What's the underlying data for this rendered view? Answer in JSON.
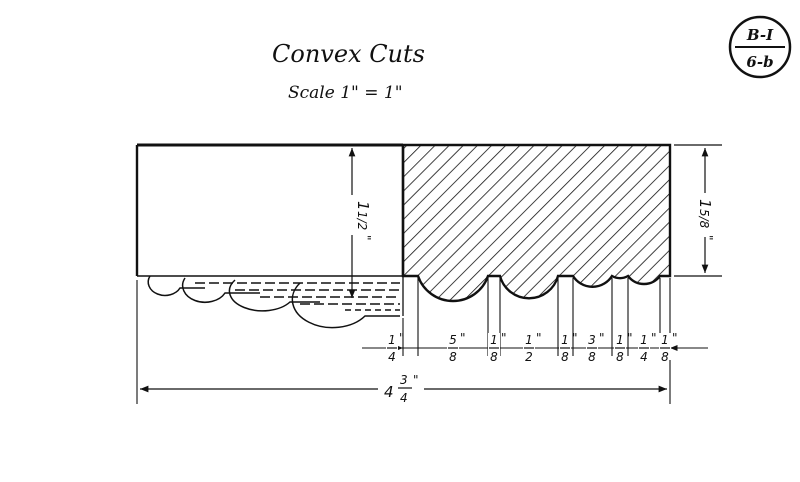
{
  "title": "Convex Cuts",
  "scale": "Scale 1\" = 1\"",
  "plate": {
    "top": "B-I",
    "bottom": "6-b"
  },
  "dims": {
    "height_left": {
      "num": "1",
      "frac": "1/2",
      "inch": "\""
    },
    "height_right": {
      "num": "1",
      "frac": "5/8",
      "inch": "\""
    },
    "total_width": {
      "whole": "4",
      "num": "3",
      "den": "4",
      "inch": "\""
    },
    "segments": [
      {
        "num": "1",
        "den": "4"
      },
      {
        "num": "5",
        "den": "8"
      },
      {
        "num": "1",
        "den": "8"
      },
      {
        "num": "1",
        "den": "2"
      },
      {
        "num": "1",
        "den": "8"
      },
      {
        "num": "3",
        "den": "8"
      },
      {
        "num": "1",
        "den": "8"
      },
      {
        "num": "1",
        "den": "4"
      },
      {
        "num": "1",
        "den": "8"
      }
    ]
  },
  "colors": {
    "ink": "#111111",
    "paper": "#ffffff"
  }
}
